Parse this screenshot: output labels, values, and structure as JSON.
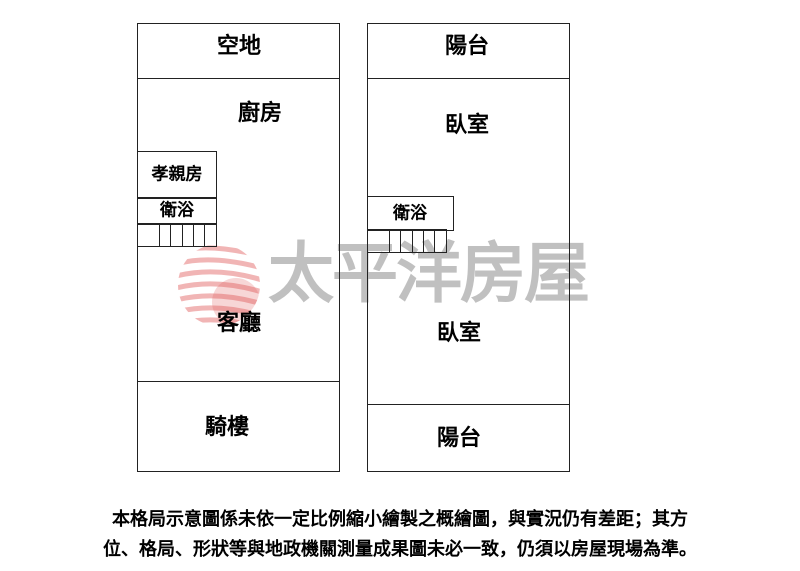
{
  "left_plan": {
    "rooms": {
      "open_space": "空地",
      "kitchen": "廚房",
      "elder_room": "孝親房",
      "bathroom": "衛浴",
      "living_room": "客廳",
      "arcade": "騎樓"
    }
  },
  "right_plan": {
    "rooms": {
      "balcony_top": "陽台",
      "bedroom_top": "臥室",
      "bathroom": "衛浴",
      "bedroom_bottom": "臥室",
      "balcony_bottom": "陽台"
    }
  },
  "watermark": {
    "brand": "太平洋房屋",
    "logo_color": "#e05a5a"
  },
  "disclaimer": {
    "line1": "本格局示意圖係未依一定比例縮小繪製之概繪圖，與實況仍有差距；其方",
    "line2": "位、格局、形狀等與地政機關測量成果圖未必一致，仍須以房屋現場為準。"
  }
}
